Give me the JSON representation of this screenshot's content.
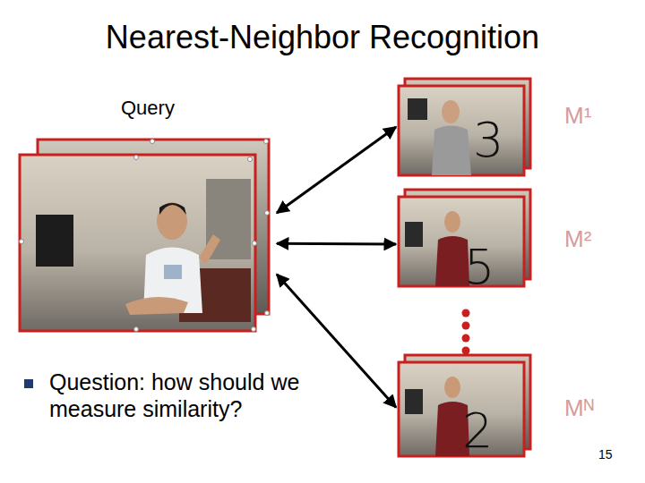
{
  "diagram": {
    "title": "Nearest-Neighbor Recognition",
    "nodes": [
      {
        "text": [
          "Query"
        ]
      },
      {
        "text": [
          "3",
          "M¹"
        ]
      },
      {
        "text": [
          "5",
          "M²"
        ]
      },
      {
        "text": [
          "2",
          "Mᴺ"
        ]
      }
    ],
    "edges": [
      {
        "from": 0,
        "to": 1,
        "arrow": "both"
      },
      {
        "from": 0,
        "to": 2,
        "arrow": "both"
      },
      {
        "from": 0,
        "to": 3,
        "arrow": "both"
      }
    ],
    "labels": [
      "Question: how should we measure similarity?",
      "15"
    ]
  }
}
